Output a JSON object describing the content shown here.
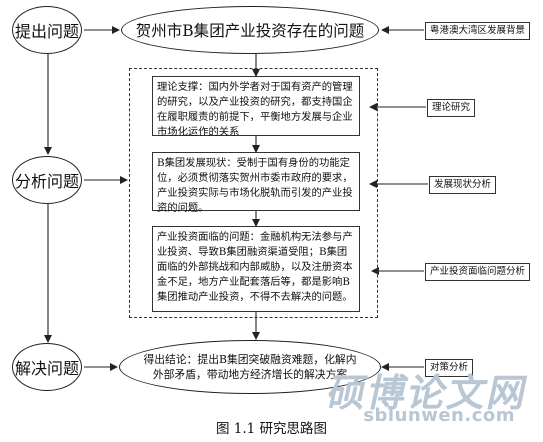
{
  "stages": {
    "propose": "提出问题",
    "analyze": "分析问题",
    "solve": "解决问题"
  },
  "title_node": "贺州市B集团产业投资存在的问题",
  "boxes": {
    "theory": "理论支撑：国内外学者对于国有资产的管理的研究，以及产业投资的研究，都支持国企在履职履责的前提下，平衡地方发展与企业市场化运作的关系",
    "status": "B集团发展现状：受制于国有身份的功能定位，必须贯彻落实贺州市委市政府的要求，产业投资实际与市场化脱轨而引发的产业投资的问题。",
    "problems": "产业投资面临的问题：金融机构无法参与产业投资、导致B集团融资渠道受阻；B集团面临的外部挑战和内部威胁，以及注册资本金不足，地方产业配套落后等，都是影响B集团推动产业投资，不得不去解决的问题。"
  },
  "conclusion": "得出结论：提出B集团突破融资难题，化解内外部矛盾，带动地方经济增长的解决方案",
  "tags": {
    "background": "粤港澳大湾区发展背景",
    "theory": "理论研究",
    "status": "发展现状分析",
    "problems": "产业投资面临问题分析",
    "strategy": "对策分析"
  },
  "caption": "图 1.1  研究思路图",
  "watermark": {
    "text": "硕博论文网",
    "url": "sblunwen.com"
  }
}
